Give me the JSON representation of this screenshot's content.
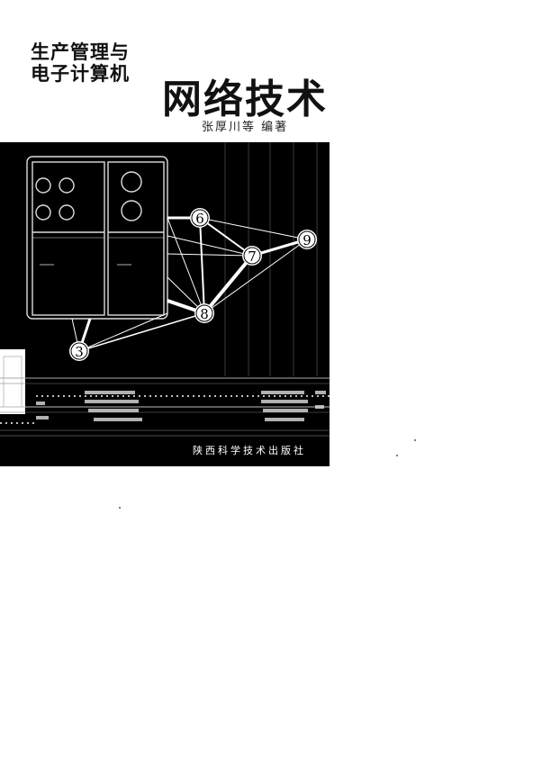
{
  "cover": {
    "series_line1": "生产管理与",
    "series_line2": "电子计算机",
    "title": "网络技术",
    "authors": "张厚川等 编著",
    "publisher": "陕西科学技术出版社"
  },
  "network": {
    "node_labels": [
      "6",
      "7",
      "9",
      "8",
      "3"
    ]
  }
}
